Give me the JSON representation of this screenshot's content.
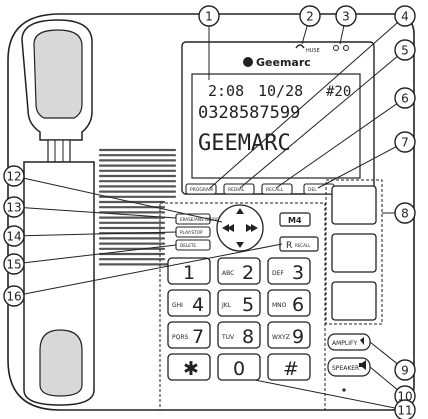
{
  "brand": "Geemarc",
  "lcd": {
    "row1_time": "2:08",
    "row1_date": "10/28",
    "row1_count": "#20",
    "row2_number": "0328587599",
    "row3_name": "GEEMARC"
  },
  "callouts": [
    {
      "n": "1"
    },
    {
      "n": "2"
    },
    {
      "n": "3"
    },
    {
      "n": "4"
    },
    {
      "n": "5"
    },
    {
      "n": "6"
    },
    {
      "n": "7"
    },
    {
      "n": "8"
    },
    {
      "n": "9"
    },
    {
      "n": "10"
    },
    {
      "n": "11"
    },
    {
      "n": "12"
    },
    {
      "n": "13"
    },
    {
      "n": "14"
    },
    {
      "n": "15"
    },
    {
      "n": "16"
    }
  ],
  "indicators": {
    "hook_label": "HUSE",
    "ring_label": ""
  },
  "soft_keys": [
    {
      "label": "PROGRAM"
    },
    {
      "label": "REDIAL"
    },
    {
      "label": "RECALL"
    },
    {
      "label": "DEL"
    }
  ],
  "left_keys": [
    {
      "label": "ERASE/ANS ON/OFF"
    },
    {
      "label": "PLAY/STOP"
    },
    {
      "label": "DELETE"
    }
  ],
  "m4_label": "M4",
  "recall_label": "R",
  "recall_small": "RECALL",
  "keypad": [
    {
      "digit": "1",
      "letters": ""
    },
    {
      "digit": "2",
      "letters": "ABC"
    },
    {
      "digit": "3",
      "letters": "DEF"
    },
    {
      "digit": "4",
      "letters": "GHI"
    },
    {
      "digit": "5",
      "letters": "JKL"
    },
    {
      "digit": "6",
      "letters": "MNO"
    },
    {
      "digit": "7",
      "letters": "PQRS"
    },
    {
      "digit": "8",
      "letters": "TUV"
    },
    {
      "digit": "9",
      "letters": "WXYZ"
    },
    {
      "digit": "✱",
      "letters": ""
    },
    {
      "digit": "0",
      "letters": ""
    },
    {
      "digit": "#",
      "letters": ""
    }
  ],
  "amplify_label": "AMPLIFY",
  "speaker_label": "SPEAKER"
}
